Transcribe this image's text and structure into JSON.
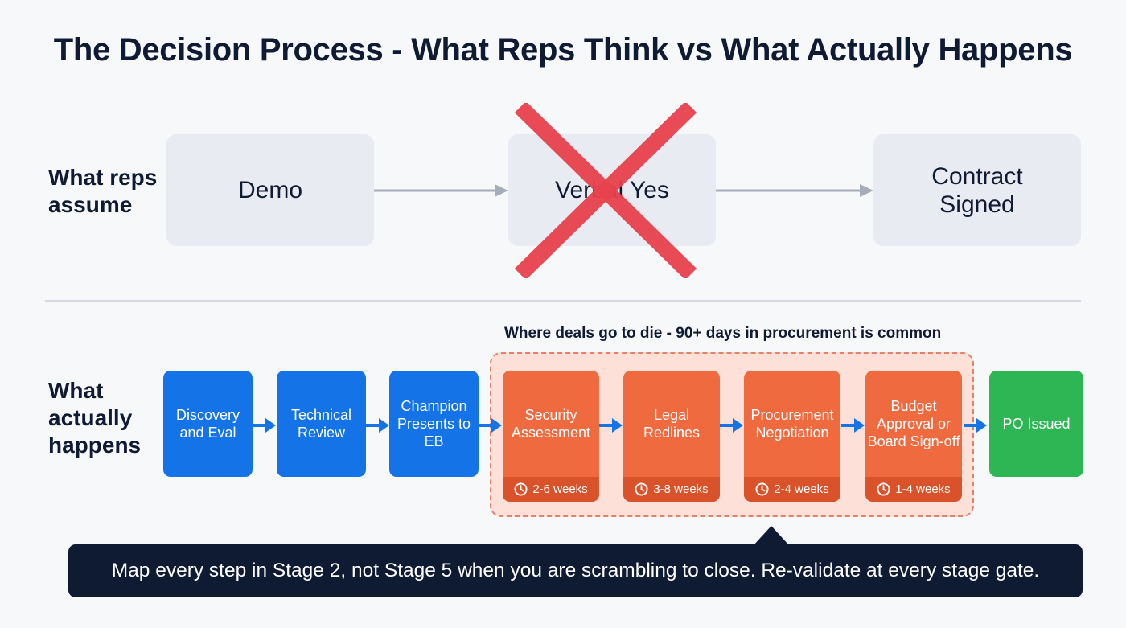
{
  "title": "The Decision Process - What Reps Think vs What Actually Happens",
  "assume": {
    "label": "What reps\nassume",
    "steps": [
      "Demo",
      "Verbal Yes",
      "Contract\nSigned"
    ],
    "crossed_step": "Verbal Yes"
  },
  "actual": {
    "label": "What\nactually\nhappens",
    "caption": "Where deals go to die - 90+ days in procurement is common",
    "steps": [
      {
        "label": "Discovery and Eval",
        "kind": "blue"
      },
      {
        "label": "Technical Review",
        "kind": "blue"
      },
      {
        "label": "Champion Presents to EB",
        "kind": "blue"
      },
      {
        "label": "Security Assessment",
        "kind": "orange",
        "duration": "2-6 weeks"
      },
      {
        "label": "Legal Redlines",
        "kind": "orange",
        "duration": "3-8 weeks"
      },
      {
        "label": "Procurement Negotiation",
        "kind": "orange",
        "duration": "2-4 weeks"
      },
      {
        "label": "Budget Approval or Board Sign-off",
        "kind": "orange",
        "duration": "1-4 weeks"
      },
      {
        "label": "PO Issued",
        "kind": "green"
      }
    ]
  },
  "callout": "Map every step in Stage 2, not Stage 5 when you are scrambling to close. Re-validate at every stage gate.",
  "colors": {
    "navy": "#0f1a33",
    "blue": "#1473e6",
    "orange": "#f06a40",
    "orange_dark": "#d9522a",
    "green": "#2db653",
    "cross_red": "#e8424d",
    "assume_box": "#e8ebf1",
    "danger_zone": "#fde0d8"
  }
}
